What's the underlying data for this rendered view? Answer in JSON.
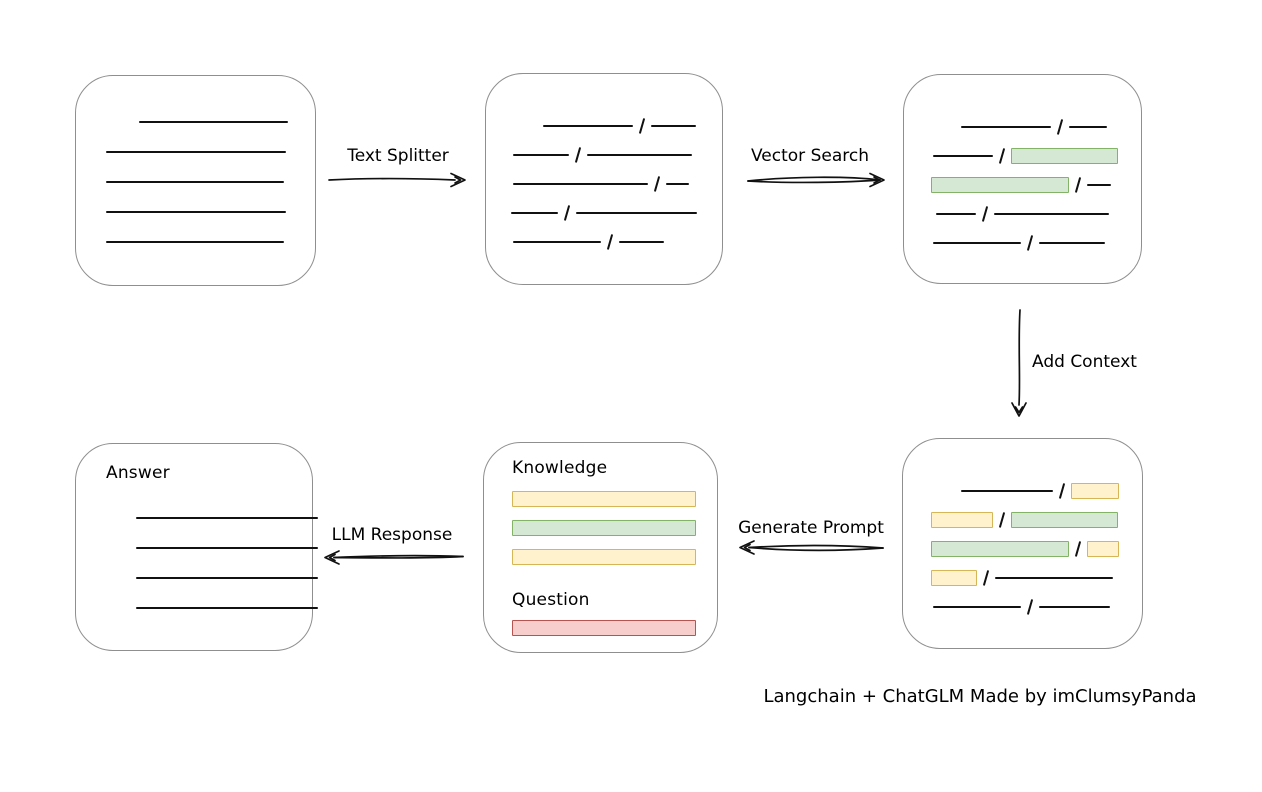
{
  "caption": "Langchain + ChatGLM Made by imClumsyPanda",
  "colors": {
    "green_fill": "#d5e8d4",
    "green_stroke": "#82b366",
    "yellow_fill": "#fff2cc",
    "yellow_stroke": "#d6b656",
    "red_fill": "#f8cecc",
    "red_stroke": "#b85450",
    "line": "#111111",
    "box_stroke": "#8f8f8f",
    "bg": "#ffffff",
    "text": "#000000"
  },
  "arrows": {
    "text_splitter": {
      "label": "Text Splitter",
      "direction": "right"
    },
    "vector_search": {
      "label": "Vector Search",
      "direction": "right"
    },
    "add_context": {
      "label": "Add Context",
      "direction": "down"
    },
    "generate_prompt": {
      "label": "Generate Prompt",
      "direction": "left"
    },
    "llm_response": {
      "label": "LLM Response",
      "direction": "left"
    }
  },
  "boxes": {
    "document": {
      "rows": [
        [
          {
            "t": "gap",
            "w": 63
          },
          {
            "t": "line",
            "w": 149
          }
        ],
        [
          {
            "t": "gap",
            "w": 30
          },
          {
            "t": "line",
            "w": 180
          }
        ],
        [
          {
            "t": "gap",
            "w": 30
          },
          {
            "t": "line",
            "w": 178
          }
        ],
        [
          {
            "t": "gap",
            "w": 30
          },
          {
            "t": "line",
            "w": 180
          }
        ],
        [
          {
            "t": "gap",
            "w": 30
          },
          {
            "t": "line",
            "w": 178
          }
        ]
      ]
    },
    "chunks": {
      "rows": [
        [
          {
            "t": "gap",
            "w": 57
          },
          {
            "t": "line",
            "w": 90
          },
          {
            "t": "slash"
          },
          {
            "t": "line",
            "w": 45
          }
        ],
        [
          {
            "t": "gap",
            "w": 27
          },
          {
            "t": "line",
            "w": 56
          },
          {
            "t": "slash"
          },
          {
            "t": "line",
            "w": 105
          }
        ],
        [
          {
            "t": "gap",
            "w": 27
          },
          {
            "t": "line",
            "w": 135
          },
          {
            "t": "slash"
          },
          {
            "t": "line",
            "w": 23
          }
        ],
        [
          {
            "t": "gap",
            "w": 25
          },
          {
            "t": "line",
            "w": 47
          },
          {
            "t": "slash"
          },
          {
            "t": "line",
            "w": 121
          }
        ],
        [
          {
            "t": "gap",
            "w": 27
          },
          {
            "t": "line",
            "w": 88
          },
          {
            "t": "slash"
          },
          {
            "t": "line",
            "w": 45
          }
        ]
      ]
    },
    "retrieved": {
      "rows": [
        [
          {
            "t": "gap",
            "w": 57
          },
          {
            "t": "line",
            "w": 90
          },
          {
            "t": "slash"
          },
          {
            "t": "line",
            "w": 38
          }
        ],
        [
          {
            "t": "gap",
            "w": 29
          },
          {
            "t": "line",
            "w": 60
          },
          {
            "t": "slash"
          },
          {
            "t": "green",
            "w": 107
          }
        ],
        [
          {
            "t": "gap",
            "w": 27
          },
          {
            "t": "green",
            "w": 138
          },
          {
            "t": "slash"
          },
          {
            "t": "line",
            "w": 24
          }
        ],
        [
          {
            "t": "gap",
            "w": 32
          },
          {
            "t": "line",
            "w": 40
          },
          {
            "t": "slash"
          },
          {
            "t": "line",
            "w": 115
          }
        ],
        [
          {
            "t": "gap",
            "w": 29
          },
          {
            "t": "line",
            "w": 88
          },
          {
            "t": "slash"
          },
          {
            "t": "line",
            "w": 66
          }
        ]
      ]
    },
    "context": {
      "rows": [
        [
          {
            "t": "gap",
            "w": 58
          },
          {
            "t": "line",
            "w": 92
          },
          {
            "t": "slash"
          },
          {
            "t": "yellow",
            "w": 48
          }
        ],
        [
          {
            "t": "gap",
            "w": 28
          },
          {
            "t": "yellow",
            "w": 62
          },
          {
            "t": "slash"
          },
          {
            "t": "green",
            "w": 107
          }
        ],
        [
          {
            "t": "gap",
            "w": 28
          },
          {
            "t": "green",
            "w": 138
          },
          {
            "t": "slash"
          },
          {
            "t": "yellow",
            "w": 32
          }
        ],
        [
          {
            "t": "gap",
            "w": 28
          },
          {
            "t": "yellow",
            "w": 46
          },
          {
            "t": "slash"
          },
          {
            "t": "line",
            "w": 118
          }
        ],
        [
          {
            "t": "gap",
            "w": 30
          },
          {
            "t": "line",
            "w": 88
          },
          {
            "t": "slash"
          },
          {
            "t": "line",
            "w": 71
          }
        ]
      ]
    },
    "prompt": {
      "knowledge_label": "Knowledge",
      "question_label": "Question",
      "knowledge_bars": [
        {
          "color": "yellow"
        },
        {
          "color": "green"
        },
        {
          "color": "yellow"
        }
      ],
      "question_bars": [
        {
          "color": "red"
        }
      ]
    },
    "answer": {
      "label": "Answer",
      "rows": [
        [
          {
            "t": "gap",
            "w": 30
          },
          {
            "t": "line",
            "w": 182
          }
        ],
        [
          {
            "t": "gap",
            "w": 30
          },
          {
            "t": "line",
            "w": 182
          }
        ],
        [
          {
            "t": "gap",
            "w": 30
          },
          {
            "t": "line",
            "w": 182
          }
        ],
        [
          {
            "t": "gap",
            "w": 30
          },
          {
            "t": "line",
            "w": 182
          }
        ]
      ]
    }
  }
}
